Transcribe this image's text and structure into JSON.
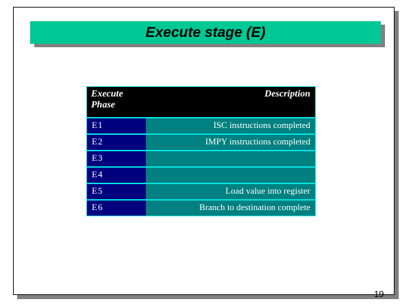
{
  "slide": {
    "title": "Execute stage (E)",
    "page_number": "19",
    "accent_banner_color": "#00C894",
    "shadow_color": "#808080",
    "frame_border_color": "#000000",
    "background_color": "#ffffff"
  },
  "table": {
    "header": {
      "col1": "Execute Phase",
      "col2": "Description",
      "background_color": "#000000",
      "text_color": "#ffffff"
    },
    "phase_column_color": "#00007F",
    "description_column_color": "#008080",
    "grid_line_color": "#00E5E5",
    "rows": [
      {
        "phase": "E1",
        "description": "ISC instructions completed"
      },
      {
        "phase": "E2",
        "description": "IMPY instructions completed"
      },
      {
        "phase": "E3",
        "description": ""
      },
      {
        "phase": "E4",
        "description": ""
      },
      {
        "phase": "E5",
        "description": "Load value into register"
      },
      {
        "phase": "E6",
        "description": "Branch to destination complete"
      }
    ]
  }
}
